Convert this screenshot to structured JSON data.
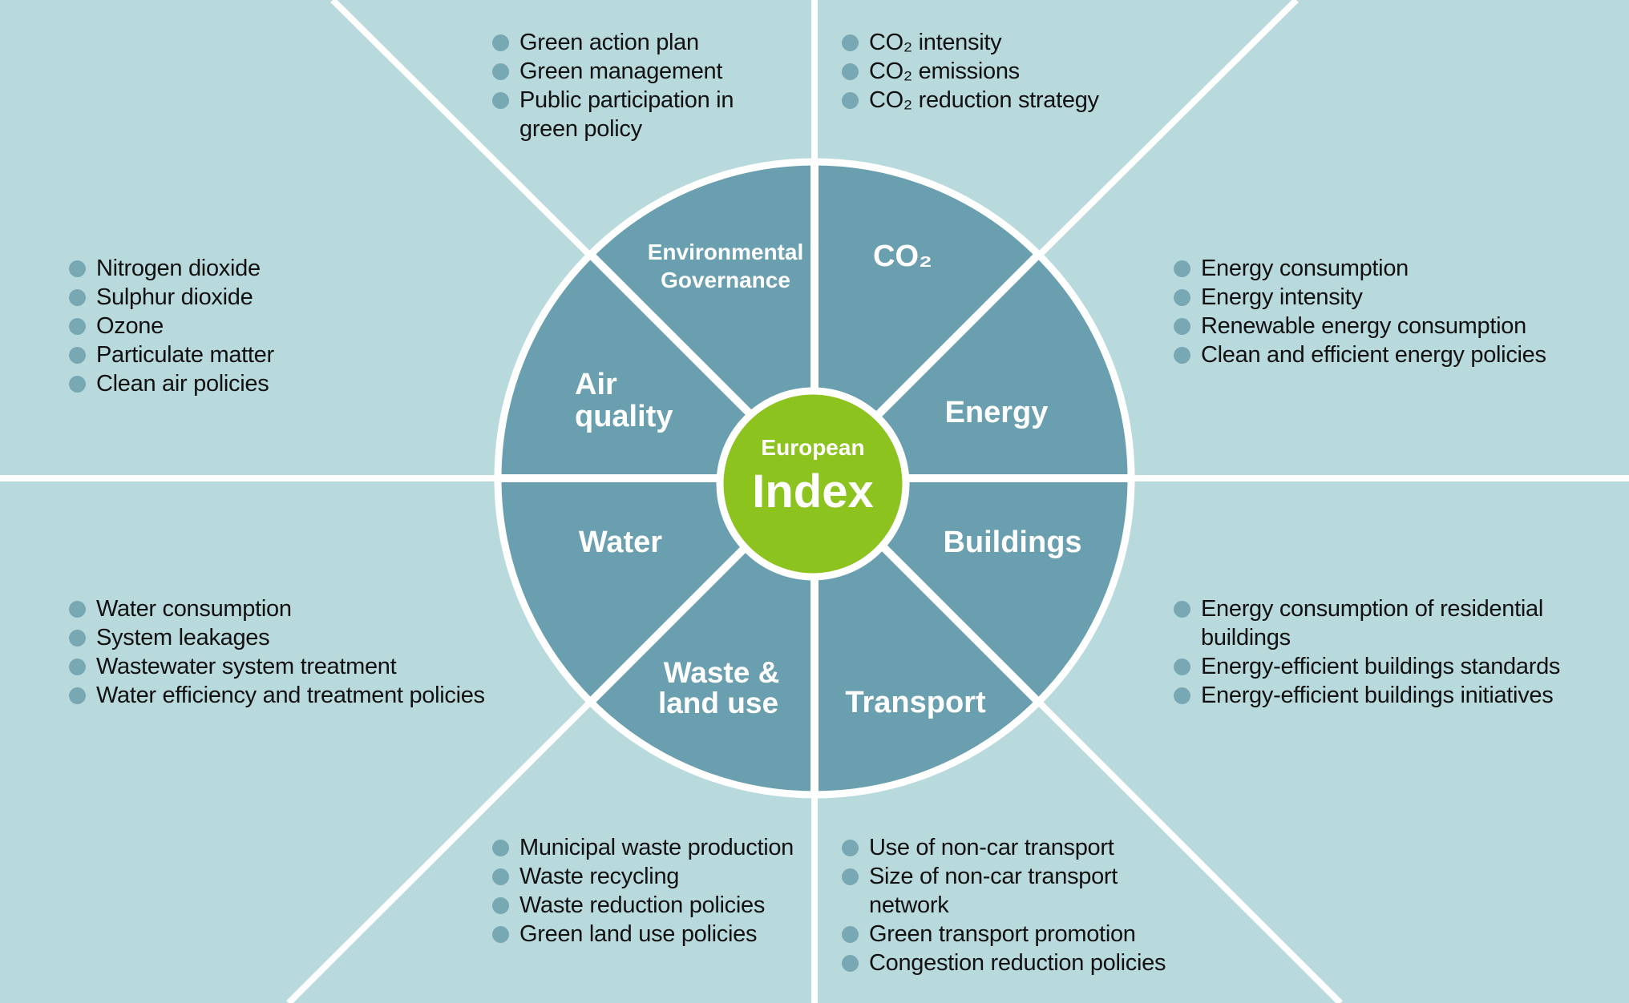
{
  "center": {
    "top_label": "European",
    "main_label": "Index"
  },
  "segments": {
    "environmental_governance": [
      "Environmental",
      "Governance"
    ],
    "co2": "CO₂",
    "energy": "Energy",
    "buildings": "Buildings",
    "transport": "Transport",
    "waste": [
      "Waste &",
      "land use"
    ],
    "water": "Water",
    "air_quality": [
      "Air",
      "quality"
    ]
  },
  "lists": {
    "environmental_governance": [
      "Green action plan",
      "Green management",
      "Public participation in green policy"
    ],
    "co2": [
      "CO₂ intensity",
      "CO₂ emissions",
      "CO₂ reduction strategy"
    ],
    "energy": [
      "Energy consumption",
      "Energy intensity",
      "Renewable energy consumption",
      "Clean and efficient energy policies"
    ],
    "air_quality": [
      "Nitrogen dioxide",
      "Sulphur dioxide",
      "Ozone",
      "Particulate matter",
      "Clean air policies"
    ],
    "water": [
      "Water consumption",
      "System leakages",
      "Wastewater system treatment",
      "Water efficiency and treatment policies"
    ],
    "buildings": [
      "Energy consumption of residential buildings",
      "Energy-efficient buildings standards",
      "Energy-efficient buildings initiatives"
    ],
    "waste": [
      "Municipal waste production",
      "Waste recycling",
      "Waste reduction policies",
      "Green land use policies"
    ],
    "transport": [
      "Use of non-car transport",
      "Size of non-car transport network",
      "Green transport promotion",
      "Congestion reduction policies"
    ]
  },
  "colors": {
    "background": "#b9dadd",
    "segment_fill": "#6a9fb0",
    "center_fill": "#8cc31f",
    "divider": "#ffffff",
    "bullet": "#78a8b3"
  }
}
